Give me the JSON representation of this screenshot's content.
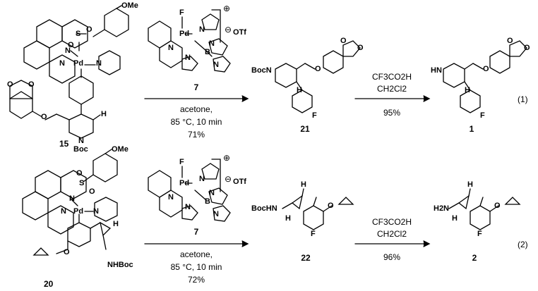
{
  "scheme": {
    "reactions": [
      {
        "number_label": "(1)",
        "starting_material": "15",
        "reagent": "7",
        "conditions_line1": "acetone,",
        "conditions_line2": "85 °C, 10 min",
        "yield_step1": "71%",
        "intermediate": "21",
        "deprotection_line1": "CF3CO2H",
        "deprotection_line2": "CH2Cl2",
        "yield_step2": "95%",
        "product": "1"
      },
      {
        "number_label": "(2)",
        "starting_material": "20",
        "reagent": "7",
        "conditions_line1": "acetone,",
        "conditions_line2": "85 °C, 10 min",
        "yield_step1": "72%",
        "intermediate": "22",
        "deprotection_line1": "CF3CO2H",
        "deprotection_line2": "CH2Cl2",
        "yield_step2": "96%",
        "product": "2"
      }
    ],
    "atoms": {
      "OMe": "OMe",
      "S": "S",
      "O": "O",
      "N": "N",
      "Pd": "Pd",
      "H": "H",
      "Boc": "Boc",
      "F": "F",
      "B": "B",
      "OTf": "OTf",
      "BocN": "BocN",
      "HN": "HN",
      "BocHN": "BocHN",
      "H2N": "H2N",
      "NHBoc": "NHBoc"
    },
    "charges": {
      "plus": "⊕",
      "minus": "⊖"
    }
  }
}
